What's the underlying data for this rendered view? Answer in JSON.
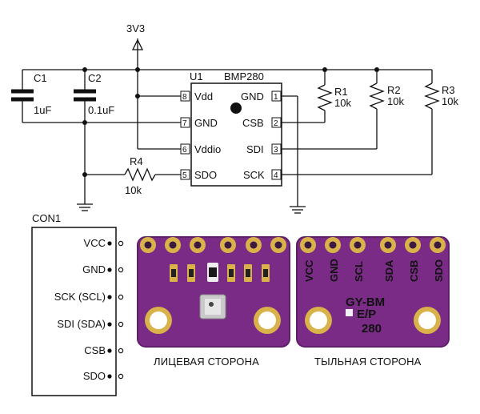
{
  "supply": {
    "label": "3V3"
  },
  "capacitors": [
    {
      "ref": "C1",
      "value": "1uF"
    },
    {
      "ref": "C2",
      "value": "0.1uF"
    }
  ],
  "ic": {
    "ref": "U1",
    "part": "BMP280",
    "pins_left": [
      {
        "num": "8",
        "name": "Vdd"
      },
      {
        "num": "7",
        "name": "GND"
      },
      {
        "num": "6",
        "name": "Vddio"
      },
      {
        "num": "5",
        "name": "SDO"
      }
    ],
    "pins_right": [
      {
        "num": "1",
        "name": "GND"
      },
      {
        "num": "2",
        "name": "CSB"
      },
      {
        "num": "3",
        "name": "SDI"
      },
      {
        "num": "4",
        "name": "SCK"
      }
    ]
  },
  "resistors": [
    {
      "ref": "R1",
      "value": "10k"
    },
    {
      "ref": "R2",
      "value": "10k"
    },
    {
      "ref": "R3",
      "value": "10k"
    },
    {
      "ref": "R4",
      "value": "10k"
    }
  ],
  "connector": {
    "ref": "CON1",
    "pins": [
      "VCC",
      "GND",
      "SCK (SCL)",
      "SDI (SDA)",
      "CSB",
      "SDO"
    ]
  },
  "board_back": {
    "pin_labels": [
      "VCC",
      "GND",
      "SCL",
      "SDA",
      "CSB",
      "SDO"
    ],
    "marking_line1": "GY-BM",
    "marking_line2": "E/P",
    "marking_line3": "280"
  },
  "captions": {
    "front": "ЛИЦЕВАЯ СТОРОНА",
    "back": "ТЫЛЬНАЯ СТОРОНА"
  },
  "colors": {
    "pcb": "#7a2b86",
    "pcb_dark": "#5e1f69",
    "pad_gold": "#d9b24a",
    "wire": "#111111"
  }
}
